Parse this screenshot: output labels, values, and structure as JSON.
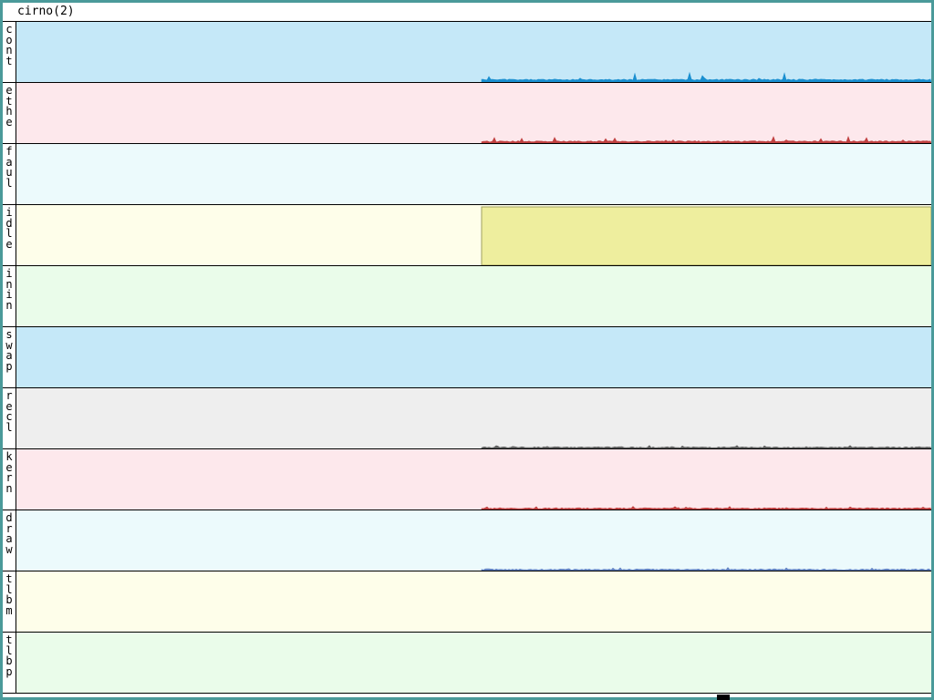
{
  "window": {
    "title": "cirno(2)"
  },
  "panels": [
    {
      "label": "cont",
      "bg": "#c5e8f8",
      "fg": "#1a8fd0",
      "level": 0.03
    },
    {
      "label": "ethe",
      "bg": "#fde8ec",
      "fg": "#c04040",
      "level": 0.02
    },
    {
      "label": "faul",
      "bg": "#ecfafc",
      "fg": "#6080c0",
      "level": 0.0
    },
    {
      "label": "idle",
      "bg": "#fefeea",
      "fg": "#eeee9e",
      "level": 0.97
    },
    {
      "label": "inin",
      "bg": "#eafcea",
      "fg": "#40a040",
      "level": 0.0
    },
    {
      "label": "swap",
      "bg": "#c5e8f8",
      "fg": "#1a8fd0",
      "level": 0.0
    },
    {
      "label": "recl",
      "bg": "#eeeeee",
      "fg": "#606060",
      "level": 0.01
    },
    {
      "label": "kern",
      "bg": "#fde8ec",
      "fg": "#c04040",
      "level": 0.01
    },
    {
      "label": "draw",
      "bg": "#ecfafc",
      "fg": "#6080c0",
      "level": 0.01
    },
    {
      "label": "tlbm",
      "bg": "#fefeea",
      "fg": "#b0b060",
      "level": 0.0
    },
    {
      "label": "tlbp",
      "bg": "#eafcea",
      "fg": "#40a040",
      "level": 0.0
    }
  ],
  "data_start_fraction": 0.508
}
